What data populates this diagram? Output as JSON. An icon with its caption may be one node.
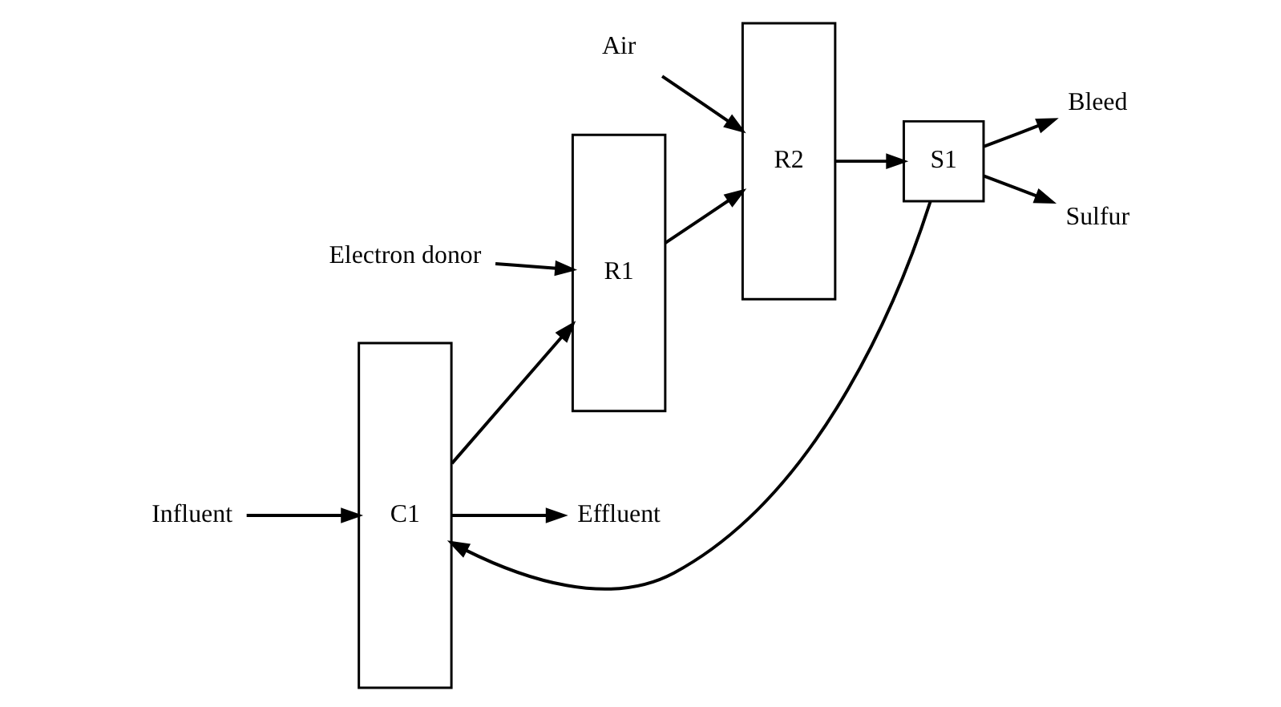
{
  "diagram": {
    "nodes": [
      {
        "text": [
          "C1"
        ]
      },
      {
        "text": [
          "R1"
        ]
      },
      {
        "text": [
          "R2"
        ]
      },
      {
        "text": [
          "S1"
        ]
      },
      {
        "text": [
          "Effluent"
        ]
      },
      {
        "text": [
          "Influent"
        ]
      },
      {
        "text": [
          "Bleed"
        ]
      },
      {
        "text": [
          "Electron donor"
        ]
      },
      {
        "text": [
          "Air"
        ]
      },
      {
        "text": [
          "Sulfur"
        ]
      }
    ],
    "edges": [
      {
        "from": 5,
        "to": 0,
        "arrow": "to"
      },
      {
        "from": 0,
        "to": 4,
        "arrow": "to"
      },
      {
        "from": 0,
        "to": 1,
        "arrow": "to"
      },
      {
        "from": 1,
        "to": 2,
        "arrow": "to"
      },
      {
        "from": 2,
        "to": 3,
        "arrow": "to"
      },
      {
        "from": 3,
        "to": 0,
        "arrow": "to"
      },
      {
        "from": 3,
        "to": 6,
        "arrow": "to"
      },
      {
        "from": 7,
        "to": 1,
        "arrow": "to"
      },
      {
        "from": 8,
        "to": 2,
        "arrow": "to"
      },
      {
        "from": 3,
        "to": 9,
        "arrow": "to"
      }
    ]
  }
}
